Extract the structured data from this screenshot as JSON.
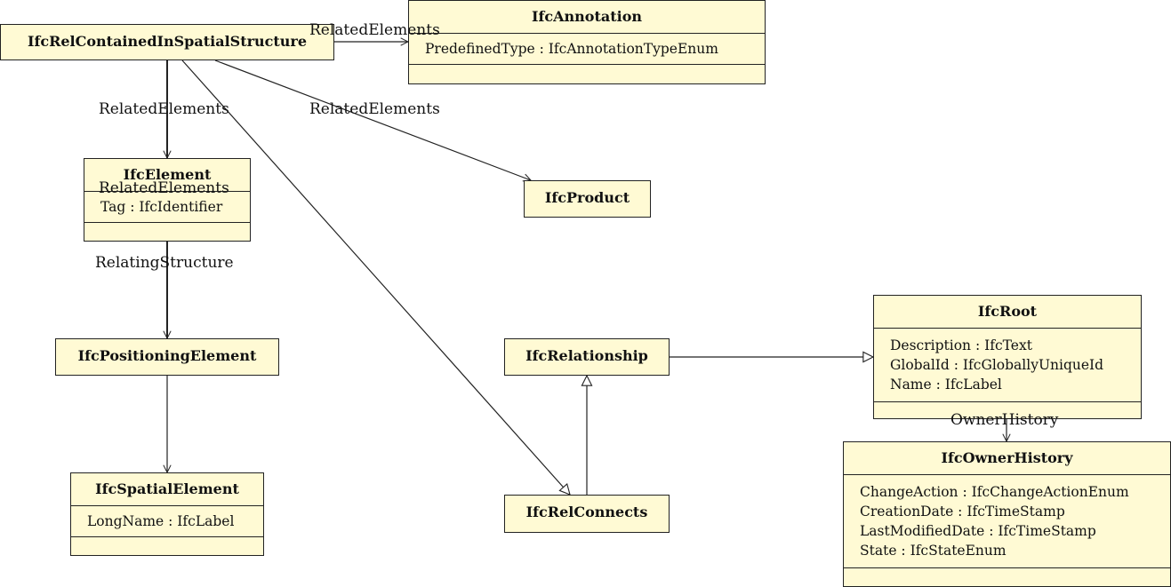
{
  "classes": {
    "rel_contained": {
      "name": "IfcRelContainedInSpatialStructure"
    },
    "annotation": {
      "name": "IfcAnnotation",
      "attributes": [
        "PredefinedType : IfcAnnotationTypeEnum"
      ]
    },
    "element": {
      "name": "IfcElement",
      "attributes": [
        "Tag : IfcIdentifier"
      ]
    },
    "product": {
      "name": "IfcProduct"
    },
    "positioning": {
      "name": "IfcPositioningElement"
    },
    "spatial": {
      "name": "IfcSpatialElement",
      "attributes": [
        "LongName : IfcLabel"
      ]
    },
    "relationship": {
      "name": "IfcRelationship"
    },
    "relconnects": {
      "name": "IfcRelConnects"
    },
    "root": {
      "name": "IfcRoot",
      "attributes": [
        "Description : IfcText",
        "GlobalId : IfcGloballyUniqueId",
        "Name : IfcLabel"
      ]
    },
    "ownerhistory": {
      "name": "IfcOwnerHistory",
      "attributes": [
        "ChangeAction : IfcChangeActionEnum",
        "CreationDate : IfcTimeStamp",
        "LastModifiedDate : IfcTimeStamp",
        "State : IfcStateEnum"
      ]
    }
  },
  "edge_labels": {
    "to_annotation": "RelatedElements",
    "to_element_left": "RelatedElements",
    "to_product": "RelatedElements",
    "to_element_inner": "RelatedElements",
    "to_positioning": "RelatingStructure",
    "to_ownerhistory": "OwnerHistory"
  }
}
